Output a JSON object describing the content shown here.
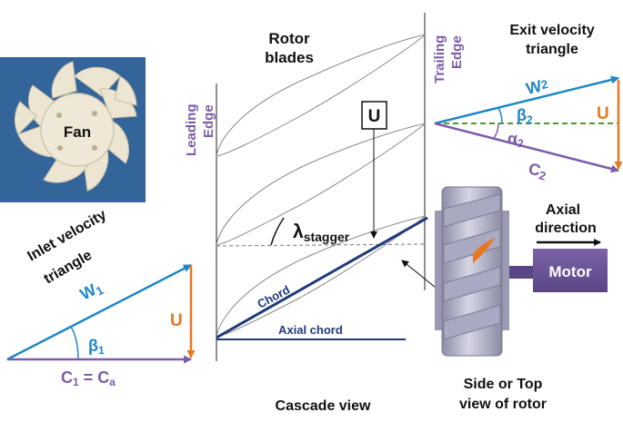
{
  "labels": {
    "fan": "Fan",
    "rotor_blades_line1": "Rotor",
    "rotor_blades_line2": "blades",
    "leading_edge_line1": "Leading",
    "leading_edge_line2": "Edge",
    "trailing_edge_line1": "Trailing",
    "trailing_edge_line2": "Edge",
    "exit_triangle_line1": "Exit velocity",
    "exit_triangle_line2": "triangle",
    "inlet_triangle_line1": "Inlet velocity",
    "inlet_triangle_line2": "triangle",
    "u_box": "U",
    "stagger_lambda": "λ",
    "stagger_sub": "stagger",
    "chord": "Chord",
    "axial_chord": "Axial chord",
    "cascade_view": "Cascade view",
    "side_view_line1": "Side or Top",
    "side_view_line2": "view of rotor",
    "axial_line1": "Axial",
    "axial_line2": "direction",
    "motor": "Motor",
    "w2": "W",
    "w2_sub": "2",
    "beta2": "β",
    "beta2_sub": "2",
    "alpha2": "α",
    "alpha2_sub": "2",
    "c2": "C",
    "c2_sub": "2",
    "u_exit": "U",
    "w1": "W",
    "w1_sub": "1",
    "beta1": "β",
    "beta1_sub": "1",
    "u_inlet": "U",
    "c1": "C",
    "c1_sub": "1",
    "c1_eq": " = C",
    "ca_sub": "a"
  },
  "colors": {
    "purple": "#7b5ca8",
    "blue": "#1f86c8",
    "orange": "#e87722",
    "navy": "#1f3a7a",
    "green": "#4e9a2e",
    "gray_blade": "#999999",
    "motor": "#6a5494"
  }
}
